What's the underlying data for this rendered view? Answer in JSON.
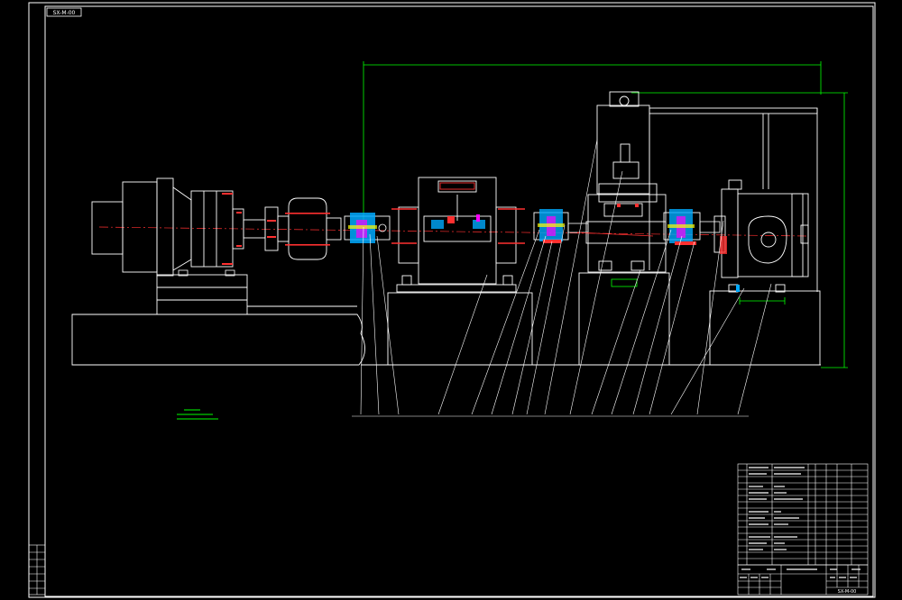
{
  "drawing": {
    "number": "SX-M-00",
    "title_block_number": "SX-M-00",
    "sheet_title": "",
    "colors": {
      "background": "#000000",
      "outline": "#ffffff",
      "dimension": "#00ff00",
      "centerline": "#ff0000",
      "part_fill": "#00aaff",
      "highlight": "#ff00ff",
      "accent": "#ffff00"
    },
    "overall_length_label": "",
    "overall_height_label": "",
    "note_heading": "",
    "note_lines": [
      "",
      ""
    ],
    "balloons": [
      "",
      "",
      "",
      "",
      "",
      "",
      "",
      "",
      "",
      "",
      "",
      "",
      "",
      "",
      "",
      "",
      "",
      ""
    ],
    "bom_rows": 16,
    "title_block_cells": [
      "",
      "",
      "",
      ""
    ]
  }
}
